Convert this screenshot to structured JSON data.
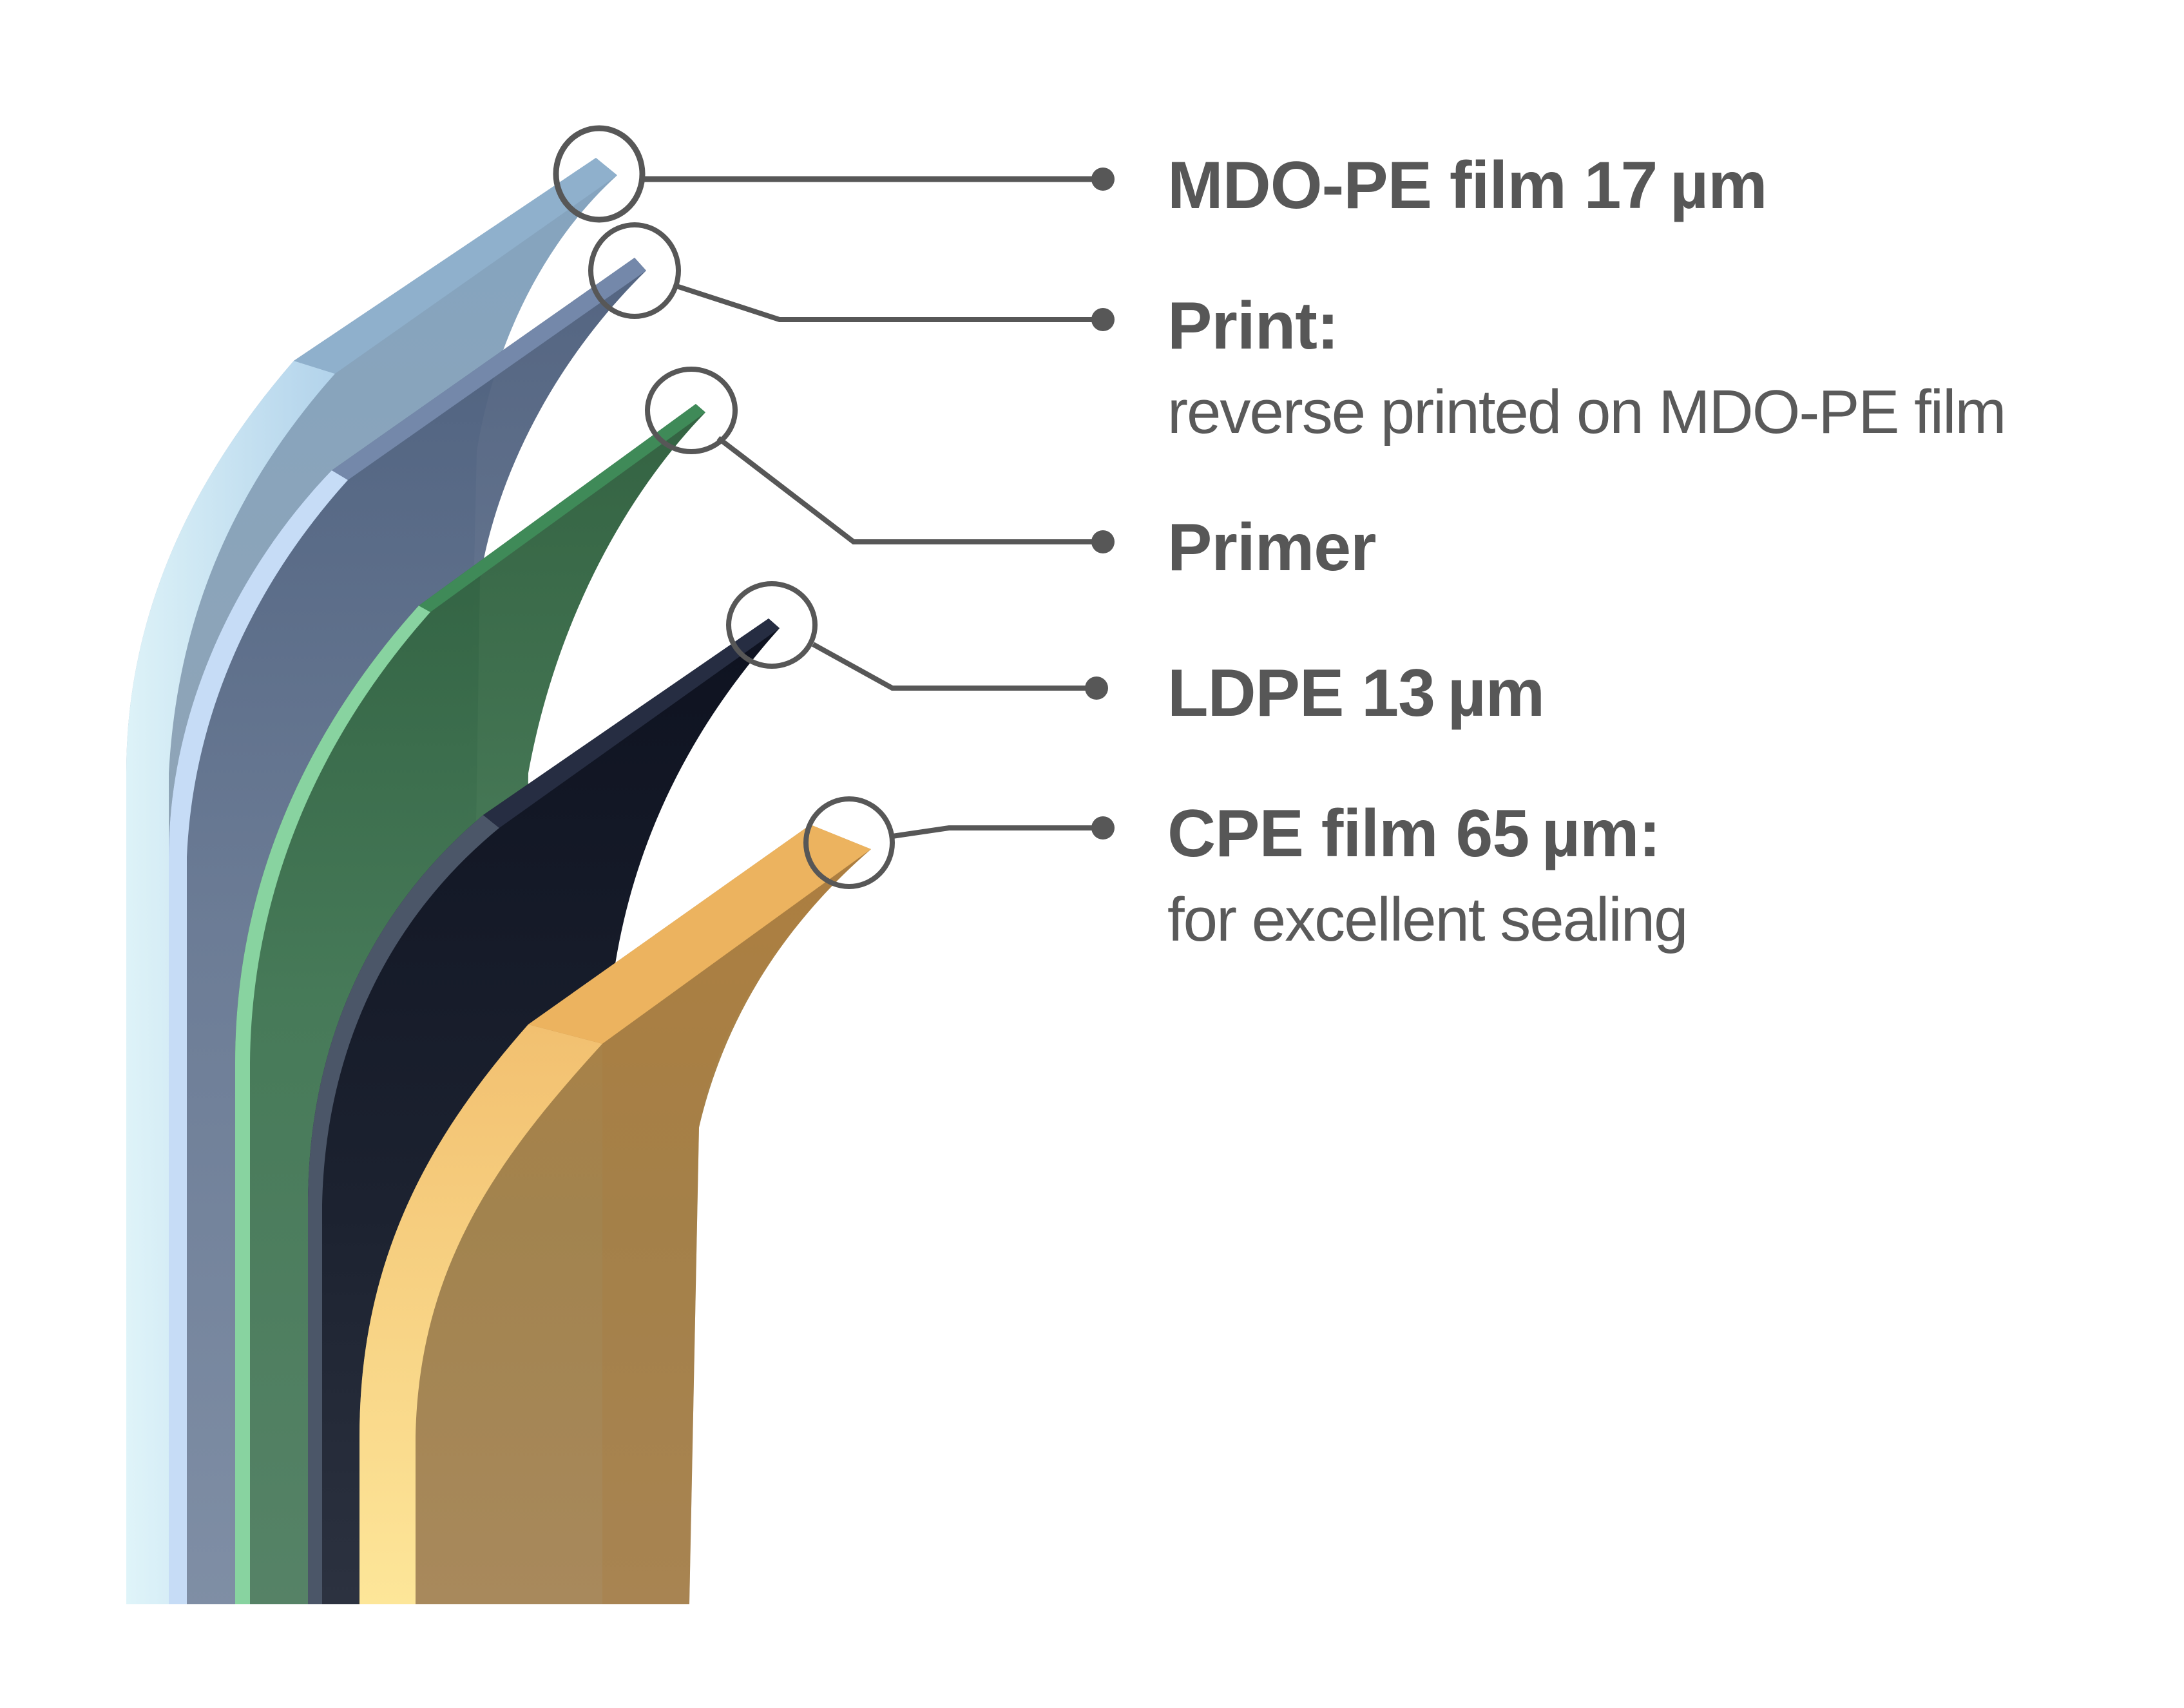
{
  "diagram": {
    "type": "multilayer film structure",
    "colors": {
      "leader_line": "#575757",
      "text": "#575757",
      "mdo_pe_film": "#8ea8c2",
      "print": "#5f7190",
      "primer": "#3f7a52",
      "ldpe": "#1b2030",
      "cpe_film": "#e6ae5a"
    },
    "layers": [
      {
        "id": "mdo-pe",
        "title": "MDO-PE film 17 µm",
        "subtitle": null
      },
      {
        "id": "print",
        "title": "Print:",
        "subtitle": "reverse printed on MDO-PE film"
      },
      {
        "id": "primer",
        "title": "Primer",
        "subtitle": null
      },
      {
        "id": "ldpe",
        "title": "LDPE 13 µm",
        "subtitle": null
      },
      {
        "id": "cpe",
        "title": "CPE film 65 µm:",
        "subtitle": "for excellent sealing"
      }
    ]
  }
}
